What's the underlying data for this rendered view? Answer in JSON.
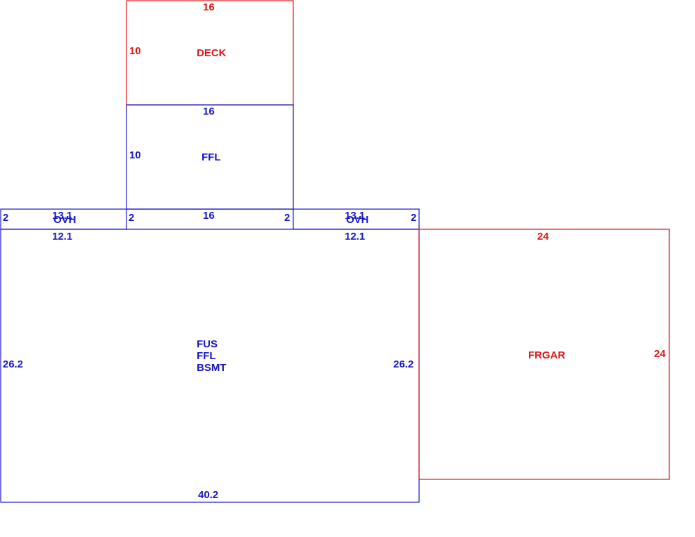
{
  "colors": {
    "blue": "#1515c8",
    "red": "#e01414"
  },
  "areas": {
    "deck": {
      "label": "DECK",
      "color": "red",
      "dims": {
        "top": "16",
        "left": "10"
      }
    },
    "ffl_upper": {
      "label": "FFL",
      "color": "blue",
      "dims": {
        "top": "16",
        "left": "10"
      }
    },
    "ovh_left": {
      "label": "OVH",
      "color": "blue",
      "dims": {
        "top": "13.1",
        "left": "2",
        "right": "2",
        "bottom": "12.1"
      }
    },
    "ovh_right": {
      "label": "OVH",
      "color": "blue",
      "dims": {
        "top": "13.1",
        "left": "2",
        "right": "2",
        "bottom": "12.1"
      }
    },
    "main": {
      "labels": [
        "FUS",
        "FFL",
        "BSMT"
      ],
      "color": "blue",
      "dims": {
        "top": "16",
        "left": "26.2",
        "right": "26.2",
        "bottom": "40.2"
      }
    },
    "garage": {
      "label": "FRGAR",
      "color": "red",
      "dims": {
        "top": "24",
        "right": "24"
      }
    }
  }
}
